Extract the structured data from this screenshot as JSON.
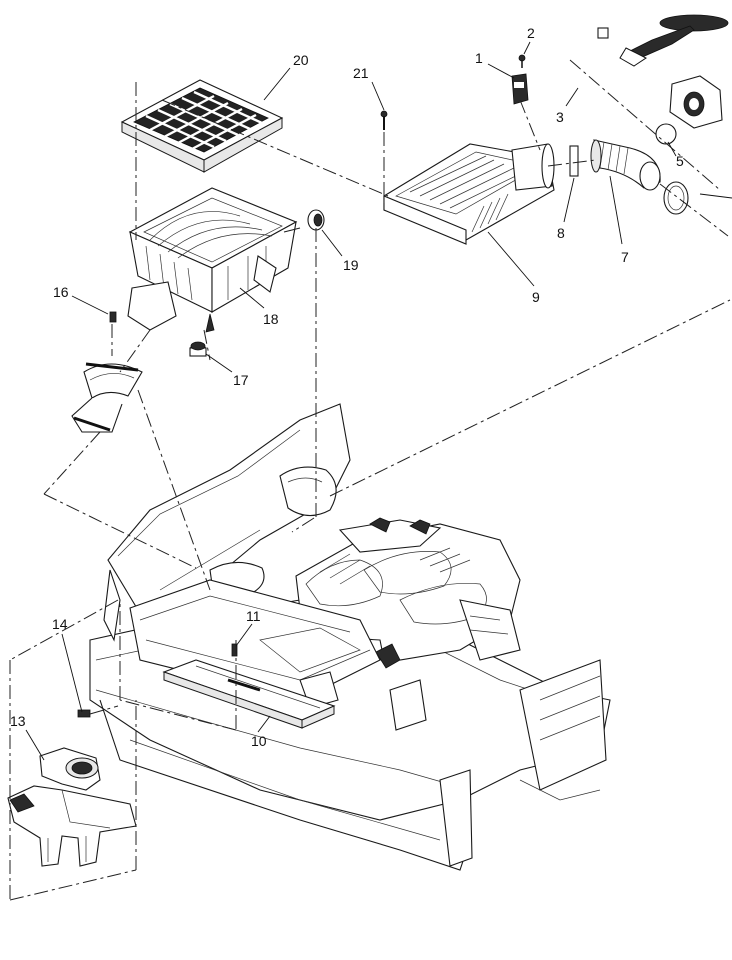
{
  "callouts": {
    "c1": "1",
    "c2": "2",
    "c3": "3",
    "c5": "5",
    "c7": "7",
    "c8": "8",
    "c9": "9",
    "c10": "10",
    "c11": "11",
    "c13": "13",
    "c14": "14",
    "c16": "16",
    "c17": "17",
    "c18": "18",
    "c19": "19",
    "c20": "20",
    "c21": "21"
  },
  "icons": {
    "front_arrow": "front-direction-arrow-icon"
  }
}
